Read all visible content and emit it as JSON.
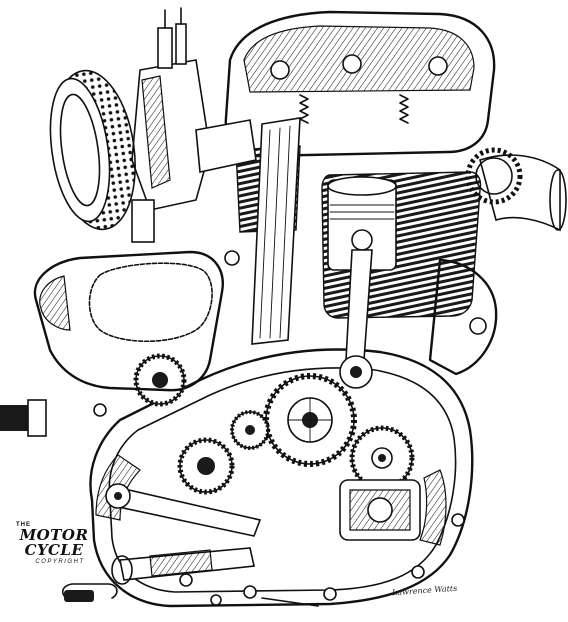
{
  "illustration": {
    "subject": "cutaway-engine-drawing",
    "ink_color": "#111111",
    "paper_color": "#ffffff"
  },
  "logo": {
    "the": "THE",
    "name": "MOTOR CYCLE",
    "copyright": "COPYRIGHT"
  },
  "signature": {
    "text": "Lawrence Watts"
  }
}
